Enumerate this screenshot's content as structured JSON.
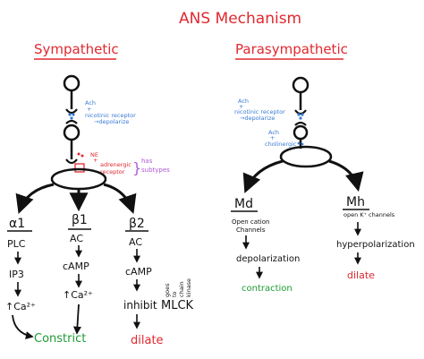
{
  "title": "ANS Mechanism",
  "colors": {
    "ink": "#111111",
    "red": "#e0292f",
    "blue": "#3a7bd5",
    "purple": "#b05ad6",
    "green": "#1f9b34",
    "paper": "#ffffff"
  },
  "sympathetic": {
    "heading": "Sympathetic",
    "ach_note_1": "Ach",
    "ach_note_2": "+",
    "ach_note_3": "nicotinic receptor",
    "ach_note_4": "→depolarize",
    "ne_note_1": "NE",
    "ne_note_2": "+",
    "ne_note_3": "adrenergic",
    "ne_note_4": "receptor",
    "subtypes_note_1": "has",
    "subtypes_note_2": "subtypes",
    "branches": {
      "alpha1": {
        "receptor": "α1",
        "steps": [
          "PLC",
          "IP3",
          "↑Ca²⁺"
        ],
        "outcome": "Constrict"
      },
      "beta1": {
        "receptor": "β1",
        "steps": [
          "AC",
          "cAMP",
          "↑Ca²⁺"
        ]
      },
      "beta2": {
        "receptor": "β2",
        "steps": [
          "AC",
          "cAMP",
          "inhibit",
          "MLCK"
        ],
        "side_note": [
          "goes",
          "to",
          "chain",
          "kinase"
        ],
        "outcome": "dilate"
      }
    }
  },
  "parasympathetic": {
    "heading": "Parasympathetic",
    "ach_note_1": "Ach",
    "ach_note_2": "+",
    "ach_note_3": "nicotinic receptor",
    "ach_note_4": "→depolarize",
    "cholinergic_note_1": "Ach",
    "cholinergic_note_2": "+",
    "cholinergic_note_3": "cholinergic",
    "branches": {
      "md": {
        "receptor": "Md",
        "channel_note_1": "Open cation",
        "channel_note_2": "Channels",
        "effect": "depolarization",
        "outcome": "contraction"
      },
      "mh": {
        "receptor": "Mh",
        "channel_note": "open K⁺ channels",
        "effect": "hyperpolarization",
        "outcome": "dilate"
      }
    }
  }
}
